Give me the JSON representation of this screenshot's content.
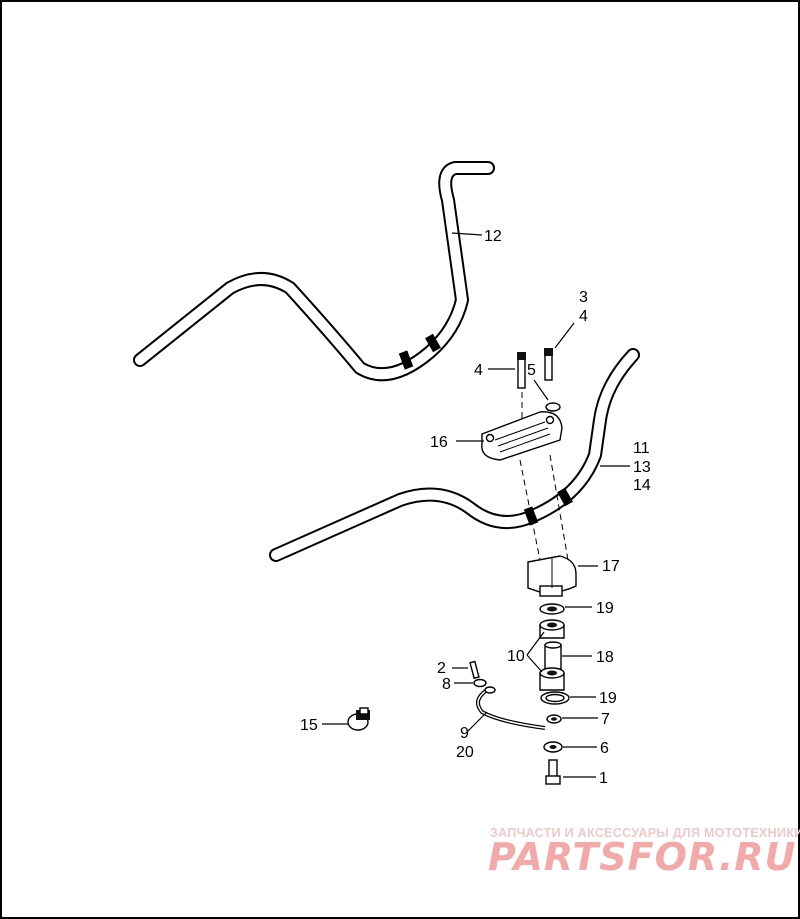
{
  "diagram": {
    "callouts": {
      "c1": "1",
      "c2": "2",
      "c3": "3",
      "c4a": "4",
      "c4b": "4",
      "c5": "5",
      "c6": "6",
      "c7": "7",
      "c8": "8",
      "c9": "9",
      "c10": "10",
      "c11": "11",
      "c12": "12",
      "c13": "13",
      "c14": "14",
      "c15": "15",
      "c16": "16",
      "c17": "17",
      "c18": "18",
      "c19a": "19",
      "c19b": "19",
      "c20": "20"
    }
  },
  "watermark": {
    "subtitle": "ЗАПЧАСТИ И АКСЕССУАРЫ ДЛЯ МОТОТЕХНИКИ",
    "brand": "PARTSFOR.RU",
    "color": "#f4a9a9"
  }
}
